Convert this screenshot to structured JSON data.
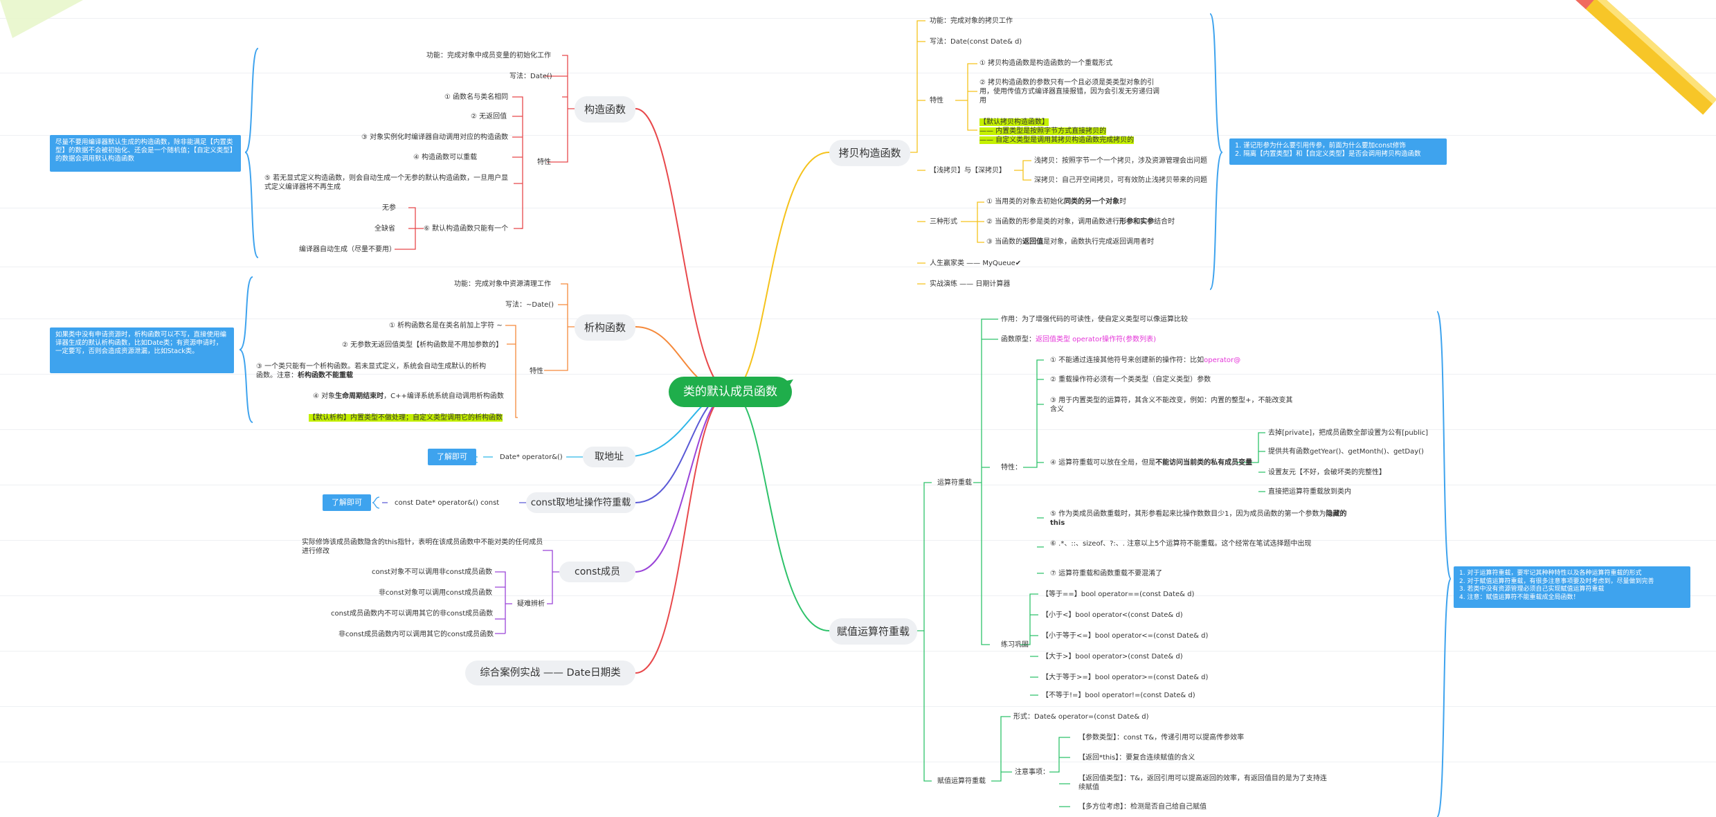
{
  "root": "类的默认成员函数",
  "colors": {
    "root": "#1fae4b",
    "constructor": "#e8484b",
    "destructor": "#f5893a",
    "address": "#2eb6e8",
    "const_address": "#5a5ad6",
    "const_member": "#9a44d8",
    "summary": "#e8484b",
    "copy": "#f5c21b",
    "assign": "#2ec26a",
    "note": "#3ea3ee",
    "bracket": "#3ea3ee"
  },
  "constructor": {
    "title": "构造函数",
    "func": "功能：完成对象中成员变量的初始化工作",
    "syntax": "写法：Date()",
    "traits_label": "特性",
    "t1": "① 函数名与类名相同",
    "t2": "② 无返回值",
    "t3": "③ 对象实例化时编译器自动调用对应的构造函数",
    "t4": "④ 构造函数可以重载",
    "t5": "⑤ 若无显式定义构造函数，则会自动生成一个无参的默认构造函数，一旦用户显式定义编译器将不再生成",
    "t6": "⑥ 默认构造函数只能有一个",
    "d1": "无参",
    "d2": "全缺省",
    "d3": "编译器自动生成（尽量不要用）",
    "note": "尽量不要用编译器默认生成的构造函数，除非能满足【内置类型】的数据不会被初始化、还会是一个随机值；【自定义类型】的数据会调用默认构造函数"
  },
  "destructor": {
    "title": "析构函数",
    "func": "功能：完成对象中资源清理工作",
    "syntax": "写法：~Date()",
    "traits_label": "特性",
    "t1": "① 析构函数名是在类名前加上字符 ~",
    "t2": "② 无参数无返回值类型【析构函数是不用加参数的】",
    "t3a": "③ 一个类只能有一个析构函数。若未显式定义，系统会自动生成默认的析构函数。注意：",
    "t3b": "析构函数不能重载",
    "t4a": "④ 对象",
    "t4b": "生命周期结束时",
    "t4c": "，C++编译系统系统自动调用析构函数",
    "t5": "【默认析构】内置类型不做处理；自定义类型调用它的析构函数",
    "note": "如果类中没有申请资源时，析构函数可以不写，直接使用编译器生成的默认析构函数，比如Date类；有资源申请时，一定要写，否则会造成资源泄漏，比如Stack类。"
  },
  "address": {
    "title": "取地址",
    "sig": "Date* operator&()",
    "tag": "了解即可"
  },
  "const_address": {
    "title": "const取地址操作符重载",
    "sig": "const Date* operator&() const",
    "tag": "了解即可"
  },
  "const_member": {
    "title": "const成员",
    "desc": "实际修饰该成员函数隐含的this指针，表明在该成员函数中不能对类的任何成员进行修改",
    "label": "疑难辨析",
    "q1": "const对象不可以调用非const成员函数",
    "q2": "非const对象可以调用const成员函数",
    "q3": "const成员函数内不可以调用其它的非const成员函数",
    "q4": "非const成员函数内可以调用其它的const成员函数"
  },
  "summary": {
    "title": "综合案例实战 —— Date日期类"
  },
  "copy": {
    "title": "拷贝构造函数",
    "func": "功能：完成对象的拷贝工作",
    "syntax": "写法：Date(const Date& d)",
    "traits_label": "特性",
    "t1": "① 拷贝构造函数是构造函数的一个重载形式",
    "t2": "② 拷贝构造函数的参数只有一个且必须是类类型对象的引用，使用传值方式编译器直接报错，因为会引发无穷递归调用",
    "h1": "【默认拷贝构造函数】",
    "h2": "—— 内置类型是按照字节方式直接拷贝的",
    "h3": "—— 自定义类型是调用其拷贝构造函数完成拷贝的",
    "shallow_deep": "【浅拷贝】与【深拷贝】",
    "shallow": "浅拷贝：按照字节一个一个拷贝，涉及资源管理会出问题",
    "deep": "深拷贝：自己开空间拷贝，可有效防止浅拷贝带来的问题",
    "forms_label": "三种形式",
    "f1a": "① 当用类的对象去初始化",
    "f1b": "同类的另一个对象",
    "f1c": "时",
    "f2a": "② 当函数的形参是类的对象，调用函数进行",
    "f2b": "形参和实参",
    "f2c": "结合时",
    "f3a": "③ 当函数的",
    "f3b": "返回值",
    "f3c": "是对象，函数执行完成返回调用者时",
    "life": "人生赢家类 —— MyQueue✔",
    "practice": "实战演练 —— 日期计算器",
    "note": "1. 谨记形参为什么要引用传参，前面为什么要加const修饰\n2. 隔离【内置类型】和【自定义类型】是否会调用拷贝构造函数"
  },
  "assign": {
    "title": "赋值运算符重载",
    "op_label": "运算符重载",
    "role": "作用：为了增强代码的可读性，使自定义类型可以像运算比较",
    "proto_label": "函数原型：",
    "proto": "返回值类型 operator操作符(参数列表)",
    "traits_label": "特性：",
    "p1a": "① 不能通过连接其他符号来创建新的操作符：比如",
    "p1b": "operator@",
    "p2": "② 重载操作符必须有一个类类型（自定义类型）参数",
    "p3": "③ 用于内置类型的运算符，其含义不能改变，例如：内置的整型+，不能改变其含义",
    "p4a": "④ 运算符重载可以放在全局，但是",
    "p4b": "不能访问当前类的私有成员变量",
    "s1": "去掉[private]，把成员函数全部设置为公有[public]",
    "s2": "提供共有函数getYear()、getMonth()、getDay()",
    "s3": "设置友元【不好，会破坏类的完整性】",
    "s4": "直接把运算符重载放到类内",
    "p5a": "⑤ 作为类成员函数重载时，其形参看起来比操作数数目少1，因为成员函数的第一个参数为",
    "p5b": "隐藏的this",
    "p6": "⑥ .*、::、sizeof、?:、. 注意以上5个运算符不能重载。这个经常在笔试选择题中出现",
    "p7": "⑦ 运算符重载和函数重载不要混淆了",
    "practice_label": "练习巩固",
    "e1": "【等于==】bool operator==(const Date& d)",
    "e2": "【小于<】bool operator<(const Date& d)",
    "e3": "【小于等于<=】bool operator<=(const Date& d)",
    "e4": "【大于>】bool operator>(const Date& d)",
    "e5": "【大于等于>=】bool operator>=(const Date& d)",
    "e6": "【不等于!=】bool operator!=(const Date& d)",
    "assign_label": "赋值运算符重载",
    "form": "形式：Date& operator=(const Date& d)",
    "attention": "注意事项：",
    "a1": "【参数类型】：const T&，传递引用可以提高传参效率",
    "a2": "【返回*this】：要复合连续赋值的含义",
    "a3": "【返回值类型】：T&，返回引用可以提高返回的效率，有返回值目的是为了支持连续赋值",
    "a4": "【多方位考虑】：检测是否自己给自己赋值",
    "note": "1. 对于运算符重载，要牢记其种种特性以及各种运算符重载的形式\n2. 对于赋值运算符重载，有很多注意事项要及时考虑到，尽量做到完善\n3. 若类中没有资源管理必须自己实现赋值运算符重载\n4. 注意：赋值运算符不能重载成全局函数！"
  }
}
